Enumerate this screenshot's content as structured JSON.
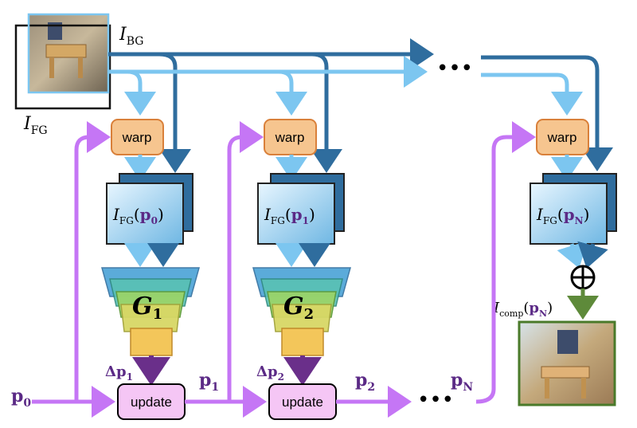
{
  "colors": {
    "light_blue": "#7cc6f0",
    "dark_blue": "#2f6d9e",
    "purple": "#c576f5",
    "warp_fill": "#f6c58f",
    "warp_stroke": "#d9803a",
    "update_fill": "#f5c6f5",
    "update_stroke": "#000000",
    "composite_arrow": "#5e8a3a",
    "frame_green": "#4a7a2a"
  },
  "images": {
    "bg_label_main": "I",
    "bg_label_sub": "BG",
    "fg_label_main": "I",
    "fg_label_sub": "FG"
  },
  "ellipsis": "•••",
  "stages": [
    {
      "warp_label": "warp",
      "fg_main": "I",
      "fg_sub": "FG",
      "param": "p",
      "param_sub": "0",
      "gen_main": "G",
      "gen_sub": "1",
      "delta": "Δp",
      "delta_sub": "1",
      "update_label": "update"
    },
    {
      "warp_label": "warp",
      "fg_main": "I",
      "fg_sub": "FG",
      "param": "p",
      "param_sub": "1",
      "gen_main": "G",
      "gen_sub": "2",
      "delta": "Δp",
      "delta_sub": "2",
      "update_label": "update"
    },
    {
      "warp_label": "warp",
      "fg_main": "I",
      "fg_sub": "FG",
      "param": "p",
      "param_sub": "N"
    }
  ],
  "params": {
    "p0_main": "p",
    "p0_sub": "0",
    "p1_main": "p",
    "p1_sub": "1",
    "p2_main": "p",
    "p2_sub": "2",
    "pN_main": "p",
    "pN_sub": "N"
  },
  "composite": {
    "symbol": "⊕",
    "label_main": "I",
    "label_sub": "comp",
    "label_param": "p",
    "label_param_sub": "N"
  }
}
